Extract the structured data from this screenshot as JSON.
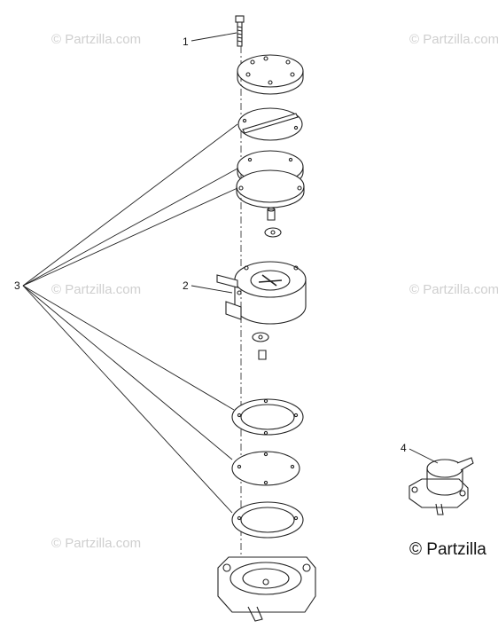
{
  "watermark": "© Partzilla.com",
  "copyright": "© Partzilla",
  "callouts": [
    "1",
    "2",
    "3",
    "4"
  ],
  "colors": {
    "line": "#222222",
    "watermark": "#cfcfcf",
    "background": "#ffffff"
  }
}
